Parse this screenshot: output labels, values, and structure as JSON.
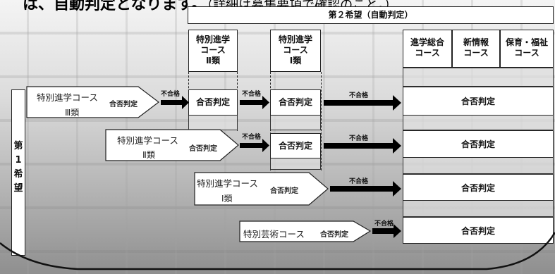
{
  "top_caption": {
    "main": "は、自動判定となります。",
    "sub": "（詳細は募集要項で確認のこと。）"
  },
  "header": "第２希望（自動判定）",
  "columns": [
    {
      "lines": [
        "特別進学",
        "コース",
        "Ⅱ類"
      ]
    },
    {
      "lines": [
        "特別進学",
        "コース",
        "Ⅰ類"
      ]
    },
    {
      "lines": [
        "進学総合",
        "コース"
      ]
    },
    {
      "lines": [
        "新情報",
        "コース"
      ]
    },
    {
      "lines": [
        "保育・福祉",
        "コース"
      ]
    }
  ],
  "side_label": [
    "第",
    "1",
    "希",
    "望"
  ],
  "rows": [
    {
      "course": "特別進学コース",
      "class": "Ⅲ類",
      "action": "合否判定"
    },
    {
      "course": "特別進学コース",
      "class": "Ⅱ類",
      "action": "合否判定"
    },
    {
      "course": "特別進学コース",
      "class": "Ⅰ類",
      "action": "合否判定"
    },
    {
      "course": "特別芸術コース",
      "action": "合否判定"
    }
  ],
  "judge": "合否判定",
  "fail": "不合格",
  "colors": {
    "fill": "#ffffff",
    "stroke": "#222222",
    "arrow": "#000000"
  }
}
